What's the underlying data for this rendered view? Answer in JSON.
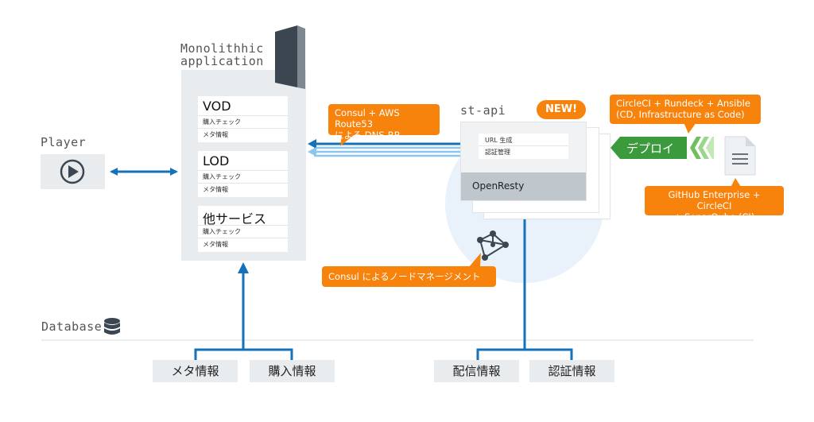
{
  "monolith": {
    "title_line1": "Monolithhic",
    "title_line2": "application",
    "cards": [
      {
        "title": "VOD",
        "items": [
          "購入チェック",
          "メタ情報"
        ]
      },
      {
        "title": "LOD",
        "items": [
          "購入チェック",
          "メタ情報"
        ]
      },
      {
        "title": "他サービス",
        "items": [
          "購入チェック",
          "メタ情報"
        ]
      }
    ]
  },
  "player": {
    "label": "Player"
  },
  "stapi": {
    "label": "st-api",
    "badge": "NEW!",
    "items": [
      "URL 生成",
      "認証管理"
    ],
    "engine": "OpenResty"
  },
  "callouts": {
    "consul_route53_line1": "Consul + AWS Route53",
    "consul_route53_line2": "による DNS-RR",
    "circleci_line1": "CircleCI + Rundeck + Ansible",
    "circleci_line2": "(CD, Infrastructure as Code)",
    "github_line1": "GitHub Enterprise + CircleCI",
    "github_line2": "+ SonarQube (CI)",
    "consul_node": "Consul によるノードマネージメント"
  },
  "deploy": {
    "label": "デプロイ"
  },
  "database": {
    "label": "Database",
    "left_boxes": [
      "メタ情報",
      "購入情報"
    ],
    "right_boxes": [
      "配信情報",
      "認証情報"
    ]
  },
  "colors": {
    "arrow_blue": "#1672b8",
    "orange": "#f7820c",
    "green": "#3b9a3b",
    "panel_gray": "#e8ecef",
    "dark_block": "#3c4650"
  },
  "icons": [
    "play-icon",
    "database-icon",
    "network-icon",
    "document-icon",
    "chevrons-icon"
  ]
}
